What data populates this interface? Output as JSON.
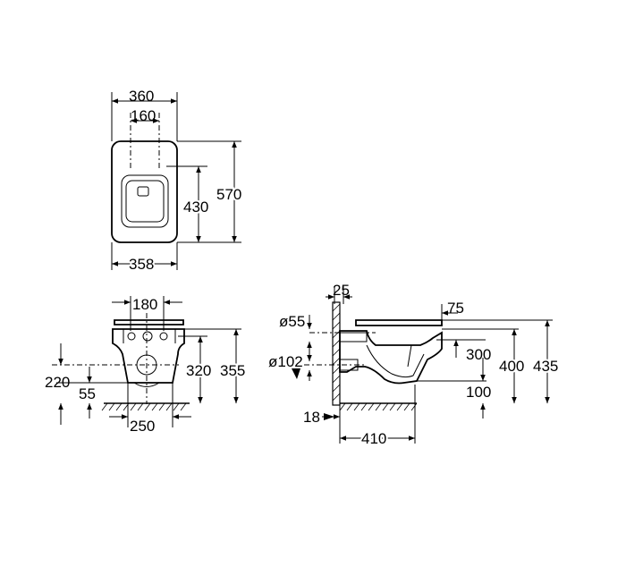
{
  "top_view": {
    "dims": {
      "overall_width": "360",
      "fixing_spacing": "160",
      "overall_length": "570",
      "fixing_to_front": "430",
      "front_width": "358"
    }
  },
  "front_view": {
    "dims": {
      "top_width": "180",
      "outlet_height": "220",
      "base_offset": "55",
      "upper_height": "320",
      "total_height": "355",
      "base_width": "250"
    }
  },
  "side_view": {
    "dims": {
      "wall_gap": "25",
      "seat_overhang": "75",
      "inlet_diameter": "ø55",
      "outlet_diameter": "ø102",
      "bowl_height": "300",
      "rim_height": "400",
      "overall_height": "435",
      "outlet_offset": "100",
      "wall_thickness": "18",
      "projection": "410"
    }
  }
}
